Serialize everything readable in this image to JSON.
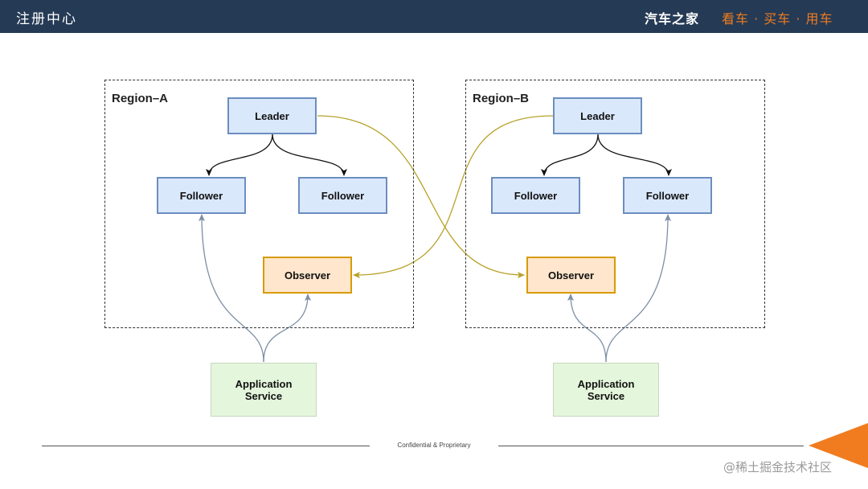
{
  "header": {
    "title": "注册中心",
    "brand": "汽车之家",
    "slogan": "看车 · 买车 · 用车"
  },
  "regions": [
    {
      "label": "Region–A",
      "leader": "Leader",
      "followers": [
        "Follower",
        "Follower"
      ],
      "observer": "Observer"
    },
    {
      "label": "Region–B",
      "leader": "Leader",
      "followers": [
        "Follower",
        "Follower"
      ],
      "observer": "Observer"
    }
  ],
  "services": [
    "Application\nService",
    "Application\nService"
  ],
  "footer": {
    "text": "Confidential & Proprietary"
  },
  "watermark": "@稀土掘金技术社区",
  "colors": {
    "header_bg": "#253a55",
    "accent_orange": "#f07c1f",
    "node_blue_fill": "#dae8fc",
    "node_blue_stroke": "#6c8ebf",
    "node_orange_fill": "#ffe6cc",
    "node_orange_stroke": "#d79b00",
    "service_fill": "#e4f6dc",
    "cross_region_edge": "#b8a22a",
    "client_edge": "#7d8fa6"
  }
}
